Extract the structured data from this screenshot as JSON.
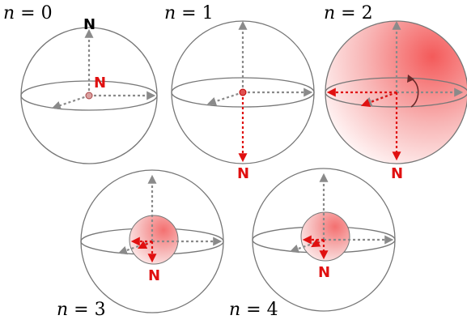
{
  "labels": {
    "p0": {
      "var": "n",
      "eq": " = ",
      "num": "0"
    },
    "p1": {
      "var": "n",
      "eq": " = ",
      "num": "1"
    },
    "p2": {
      "var": "n",
      "eq": " = ",
      "num": "2"
    },
    "p3": {
      "var": "n",
      "eq": " = ",
      "num": "3"
    },
    "p4": {
      "var": "n",
      "eq": " = ",
      "num": "4"
    }
  },
  "north_marker": "N",
  "colors": {
    "red": "#e01010",
    "gray": "#8a8a8a",
    "outline": "#777777",
    "black": "#000000"
  }
}
